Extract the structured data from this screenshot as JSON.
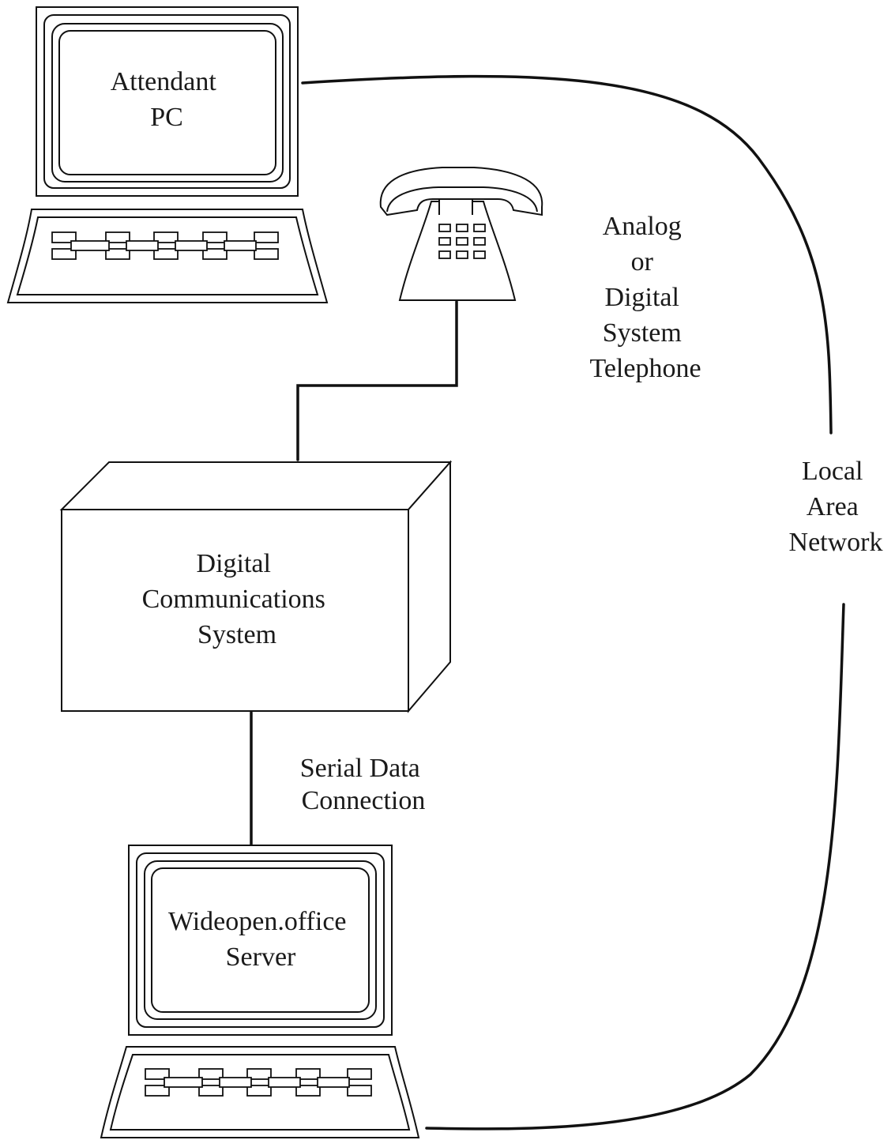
{
  "nodes": {
    "attendant_pc": {
      "lines": [
        "Attendant",
        "PC"
      ]
    },
    "telephone": {
      "lines": [
        "Analog",
        "or",
        "Digital",
        "System",
        "Telephone"
      ]
    },
    "communications_system": {
      "lines": [
        "Digital",
        "Communications",
        "System"
      ]
    },
    "server": {
      "lines": [
        "Wideopen.office",
        "Server"
      ]
    }
  },
  "edges": {
    "serial": {
      "lines": [
        "Serial Data",
        "Connection"
      ]
    },
    "lan": {
      "lines": [
        "Local",
        "Area",
        "Network"
      ]
    }
  },
  "colors": {
    "stroke": "#111111",
    "text": "#1a1a1a",
    "background": "#ffffff"
  }
}
